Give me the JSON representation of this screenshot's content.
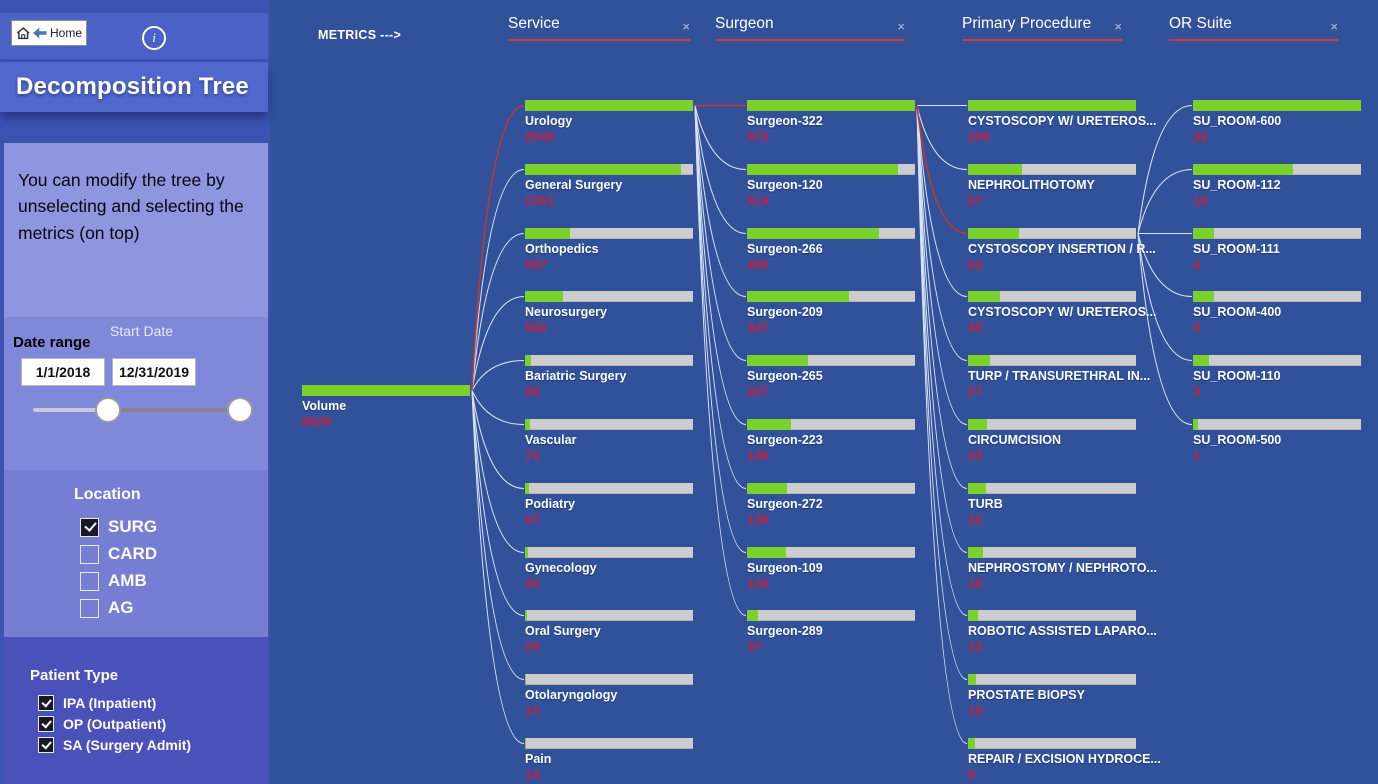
{
  "colors": {
    "main_bg": "#31529B",
    "sidebar_bg": "#3C53B2",
    "top_band_bg": "#4A61C6",
    "title_band_bg": "#5068CC",
    "instructions_panel_bg": "#8D96DE",
    "date_panel_bg": "#8089D9",
    "location_panel_bg": "#757ED3",
    "patient_panel_bg": "#4A51B8",
    "bar_green": "#7BD12C",
    "bar_gray": "#CDCDCD",
    "value_red": "#C2203F",
    "selected_path_red": "#C5372B",
    "link_blue": "#D8E4F6",
    "header_underline_red": "#D33A2C"
  },
  "sidebar": {
    "home": {
      "label": "Home"
    },
    "info_icon_glyph": "i",
    "title": "Decomposition Tree",
    "instructions": "You can modify the tree by unselecting and selecting the metrics (on top)",
    "date_range": {
      "label": "Date range",
      "start_label": "Start Date",
      "start_value": "1/1/2018",
      "end_value": "12/31/2019"
    },
    "location": {
      "label": "Location",
      "options": [
        {
          "label": "SURG",
          "checked": true
        },
        {
          "label": "CARD",
          "checked": false
        },
        {
          "label": "AMB",
          "checked": false
        },
        {
          "label": "AG",
          "checked": false
        }
      ]
    },
    "patient_type": {
      "label": "Patient Type",
      "options": [
        {
          "label": "IPA (Inpatient)",
          "checked": true
        },
        {
          "label": "OP (Outpatient)",
          "checked": true
        },
        {
          "label": "SA (Surgery Admit)",
          "checked": true
        }
      ]
    }
  },
  "tree": {
    "metrics_label": "METRICS --->",
    "close_icon": "×",
    "root": {
      "label": "Volume",
      "value": 6529
    },
    "selected_path": [
      0,
      0,
      2
    ],
    "columns": [
      {
        "header": "Service",
        "nodes": [
          {
            "label": "Urology",
            "value": 2549
          },
          {
            "label": "General Surgery",
            "value": 2361
          },
          {
            "label": "Orthopedics",
            "value": 687
          },
          {
            "label": "Neurosurgery",
            "value": 582
          },
          {
            "label": "Bariatric Surgery",
            "value": 88
          },
          {
            "label": "Vascular",
            "value": 72
          },
          {
            "label": "Podiatry",
            "value": 67
          },
          {
            "label": "Gynecology",
            "value": 40
          },
          {
            "label": "Oral Surgery",
            "value": 29
          },
          {
            "label": "Otolaryngology",
            "value": 15
          },
          {
            "label": "Pain",
            "value": 14
          }
        ]
      },
      {
        "header": "Surgeon",
        "nodes": [
          {
            "label": "Surgeon-322",
            "value": 573
          },
          {
            "label": "Surgeon-120",
            "value": 514
          },
          {
            "label": "Surgeon-266",
            "value": 450
          },
          {
            "label": "Surgeon-209",
            "value": 347
          },
          {
            "label": "Surgeon-265",
            "value": 207
          },
          {
            "label": "Surgeon-223",
            "value": 149
          },
          {
            "label": "Surgeon-272",
            "value": 138
          },
          {
            "label": "Surgeon-109",
            "value": 134
          },
          {
            "label": "Surgeon-289",
            "value": 37
          }
        ]
      },
      {
        "header": "Primary Procedure",
        "nodes": [
          {
            "label": "CYSTOSCOPY W/ URETEROS...",
            "value": 208
          },
          {
            "label": "NEPHROLITHOTOMY",
            "value": 67
          },
          {
            "label": "CYSTOSCOPY INSERTION / R...",
            "value": 63
          },
          {
            "label": "CYSTOSCOPY W/ URETEROS...",
            "value": 40
          },
          {
            "label": "TURP / TRANSURETHRAL IN...",
            "value": 27
          },
          {
            "label": "CIRCUMCISION",
            "value": 23
          },
          {
            "label": "TURB",
            "value": 22
          },
          {
            "label": "NEPHROSTOMY / NEPHROTO...",
            "value": 18
          },
          {
            "label": "ROBOTIC ASSISTED LAPARO...",
            "value": 12
          },
          {
            "label": "PROSTATE BIOPSY",
            "value": 10
          },
          {
            "label": "REPAIR / EXCISION HYDROCE...",
            "value": 9
          }
        ]
      },
      {
        "header": "OR Suite",
        "nodes": [
          {
            "label": "SU_ROOM-600",
            "value": 32
          },
          {
            "label": "SU_ROOM-112",
            "value": 19
          },
          {
            "label": "SU_ROOM-111",
            "value": 4
          },
          {
            "label": "SU_ROOM-400",
            "value": 4
          },
          {
            "label": "SU_ROOM-110",
            "value": 3
          },
          {
            "label": "SU_ROOM-500",
            "value": 1
          }
        ]
      }
    ]
  }
}
